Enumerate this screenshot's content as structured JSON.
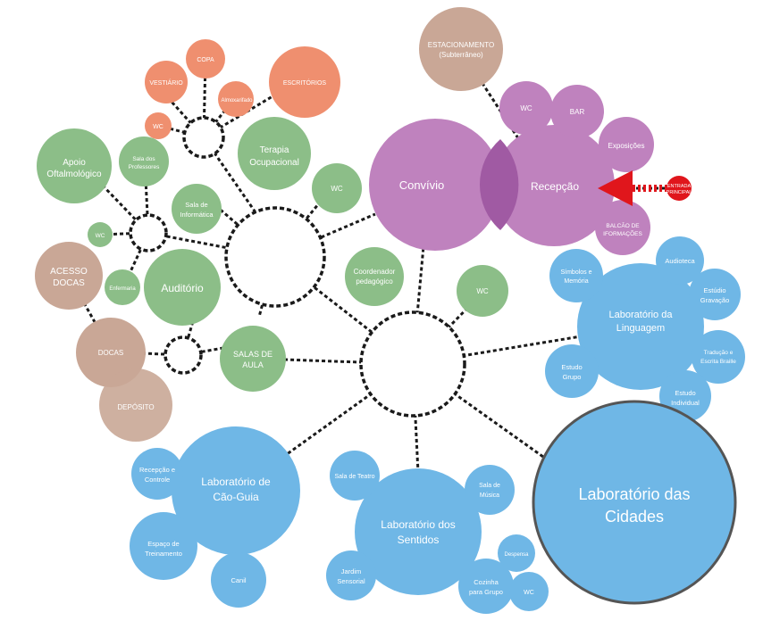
{
  "colors": {
    "orange": "#ef8f6f",
    "green": "#8cbe88",
    "purple": "#bf82be",
    "purple_dark": "#a05aa3",
    "tan": "#c9a796",
    "blue": "#6fb7e6",
    "red": "#e0161c",
    "outline": "#555555"
  },
  "labels": {
    "copa": "COPA",
    "vestiario": "VESTIÁRIO",
    "almoxarifado": "Almoxarifado",
    "escritorios": "ESCRITÓRIOS",
    "wc_admin": "WC",
    "estacionamento_l1": "ESTACIONAMENTO",
    "estacionamento_l2": "(Subterrâneo)",
    "wc_recepcao": "WC",
    "bar": "BAR",
    "exposicoes": "Exposições",
    "recepcao": "Recepção",
    "entrada_l1": "ENTRADA",
    "entrada_l2": "PRINCIPAL",
    "balcao_l1": "BALCÃO DE",
    "balcao_l2": "IFORMAÇÕES",
    "convivio": "Convívio",
    "apoio_l1": "Apoio",
    "apoio_l2": "Oftalmológico",
    "sala_prof_l1": "Sala dos",
    "sala_prof_l2": "Professores",
    "terapia_l1": "Terapia",
    "terapia_l2": "Ocupacional",
    "wc_terapia": "WC",
    "sala_info_l1": "Sala de",
    "sala_info_l2": "Informática",
    "wc_left": "WC",
    "acesso_l1": "ACESSO",
    "acesso_l2": "DOCAS",
    "enfermaria": "Enfermaria",
    "auditorio": "Auditório",
    "coord_l1": "Coordenador",
    "coord_l2": "pedagógico",
    "wc_center": "WC",
    "docas": "DOCAS",
    "deposito": "DEPÓSITO",
    "salas_aula_l1": "SALAS DE",
    "salas_aula_l2": "AULA",
    "simbolos_l1": "Símbolos e",
    "simbolos_l2": "Memória",
    "audioteca": "Audioteca",
    "estudio_l1": "Estúdio",
    "estudio_l2": "Gravação",
    "lab_ling_l1": "Laboratório da",
    "lab_ling_l2": "Linguagem",
    "traducao_l1": "Tradução e",
    "traducao_l2": "Escrita Braille",
    "estudo_grupo_l1": "Estudo",
    "estudo_grupo_l2": "Grupo",
    "estudo_ind_l1": "Estudo",
    "estudo_ind_l2": "Individual",
    "recepcao_controle_l1": "Recepção e",
    "recepcao_controle_l2": "Controle",
    "lab_cao_l1": "Laboratório de",
    "lab_cao_l2": "Cão-Guia",
    "espaco_l1": "Espaço de",
    "espaco_l2": "Treinamento",
    "canil": "Canil",
    "sala_teatro": "Sala de Teatro",
    "sala_musica_l1": "Sala de",
    "sala_musica_l2": "Música",
    "lab_sentidos_l1": "Laboratório dos",
    "lab_sentidos_l2": "Sentidos",
    "despensa": "Despensa",
    "jardim_l1": "Jardim",
    "jardim_l2": "Sensorial",
    "cozinha_l1": "Cozinha",
    "cozinha_l2": "para Grupo",
    "wc_cozinha": "WC",
    "lab_cidades_l1": "Laboratório das",
    "lab_cidades_l2": "Cidades"
  }
}
